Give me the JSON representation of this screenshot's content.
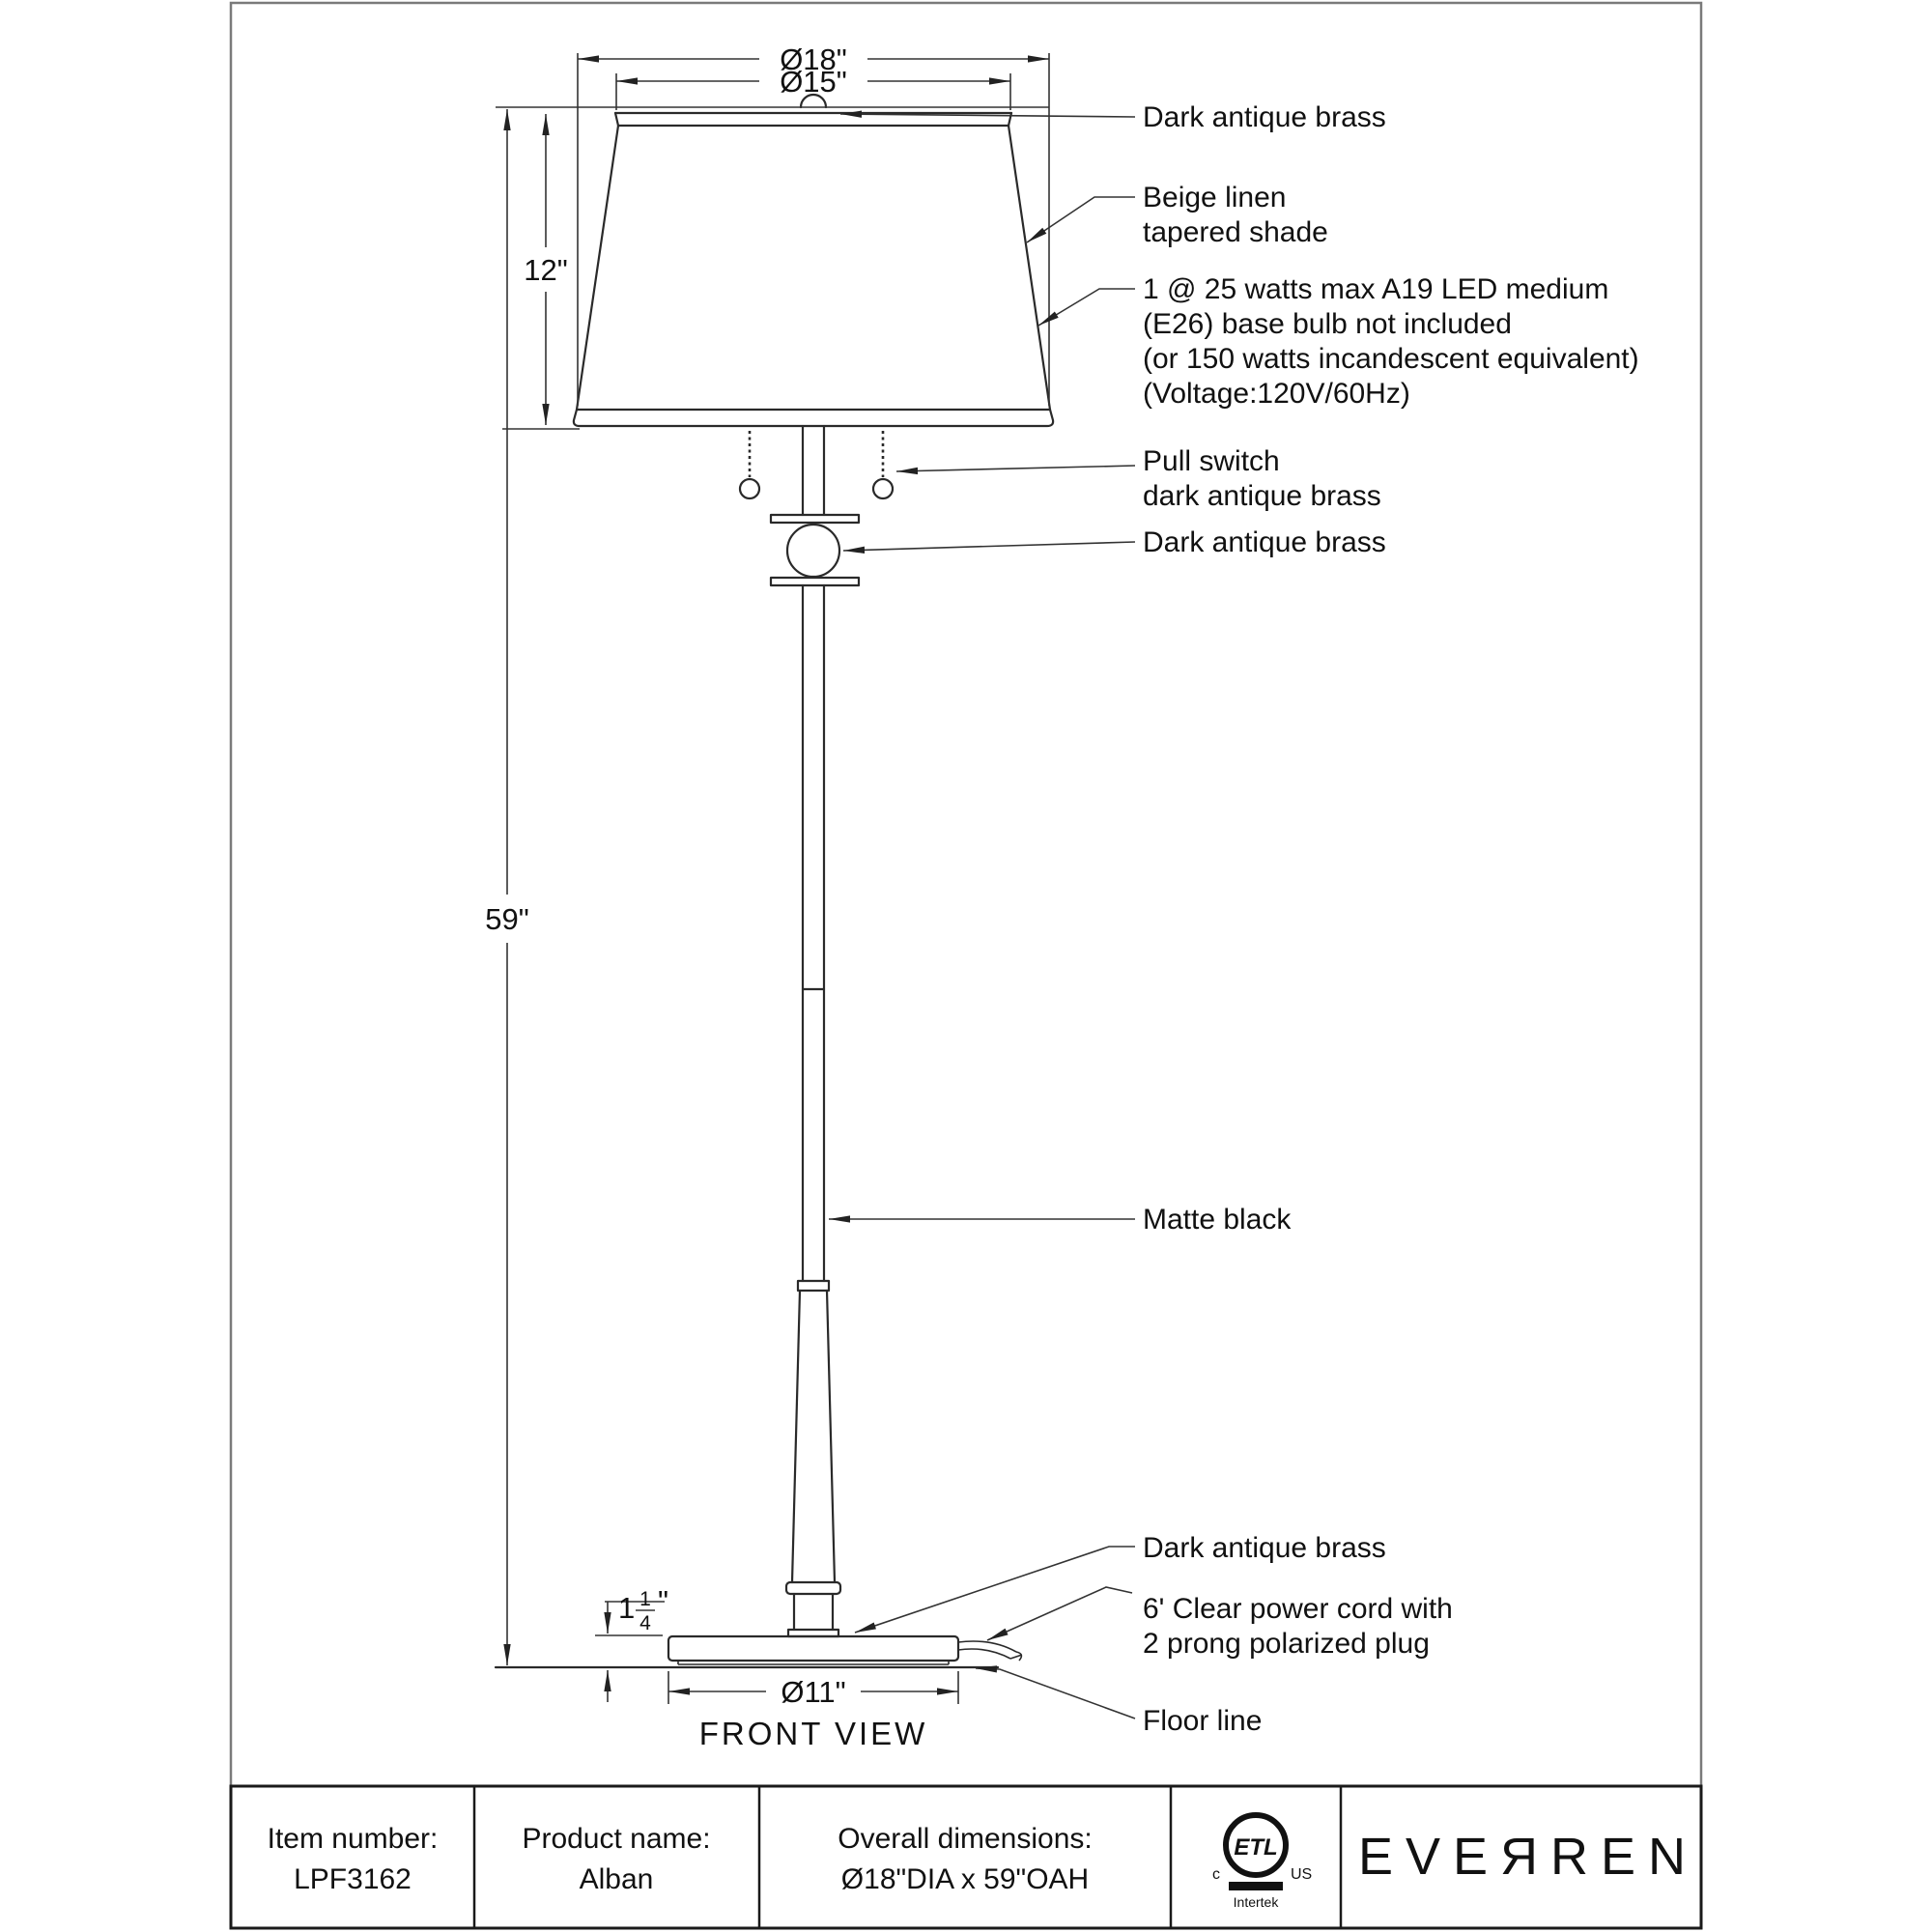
{
  "drawing": {
    "view_label": "FRONT VIEW",
    "dims": {
      "d18": "Ø18\"",
      "d15": "Ø15\"",
      "d12": "12\"",
      "d59": "59\"",
      "d11": "Ø11\"",
      "d1q": {
        "whole": "1",
        "num": "1",
        "den": "4",
        "unit": "\""
      }
    },
    "callouts": {
      "finial": "Dark antique brass",
      "shade": {
        "line1": "Beige linen",
        "line2": "tapered shade"
      },
      "bulb": {
        "line1": "1 @ 25 watts max A19 LED medium",
        "line2": "(E26) base bulb not included",
        "line3": "(or 150 watts incandescent equivalent)",
        "line4": "(Voltage:120V/60Hz)"
      },
      "pull_switch": {
        "line1": "Pull switch",
        "line2": "dark antique brass"
      },
      "ball": "Dark antique brass",
      "stem": "Matte black",
      "base_neck": "Dark antique brass",
      "cord": {
        "line1": "6' Clear power cord with",
        "line2": "2 prong polarized plug"
      },
      "floor": "Floor line"
    }
  },
  "footer": {
    "item": {
      "label": "Item number:",
      "value": "LPF3162"
    },
    "product": {
      "label": "Product name:",
      "value": "Alban"
    },
    "overall": {
      "label": "Overall dimensions:",
      "value": "Ø18\"DIA x 59\"OAH"
    },
    "etl": {
      "mark": "ETL",
      "c": "c",
      "us": "US",
      "intertek": "Intertek"
    },
    "brand": "EVEЯREN"
  },
  "colors": {
    "line": "#2a2a2a",
    "dim_line": "#333333",
    "page_border": "#7a7a7a",
    "table_border": "#1a1a1a"
  }
}
